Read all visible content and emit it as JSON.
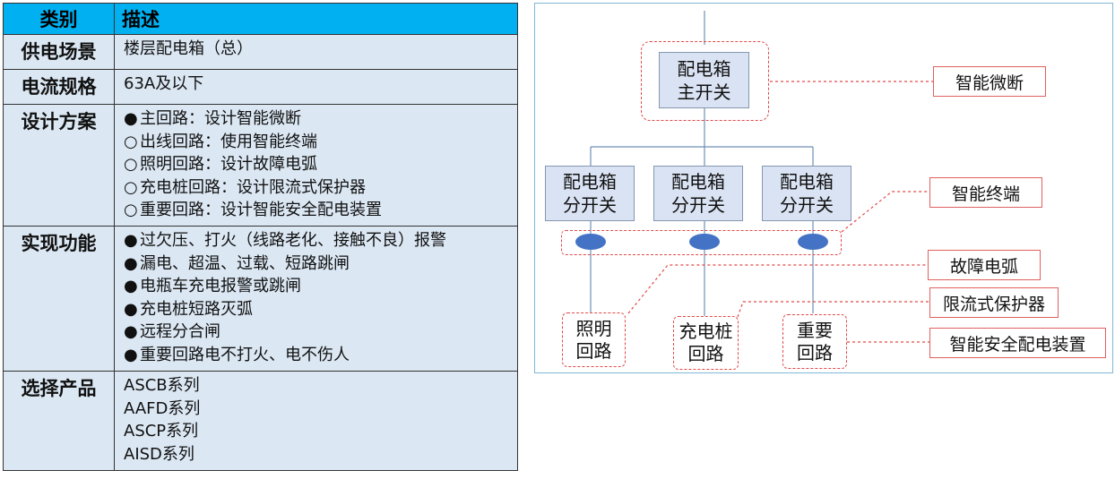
{
  "table": {
    "header": {
      "category": "类别",
      "description": "描述"
    },
    "rows": [
      {
        "category": "供电场景",
        "lines": [
          {
            "marker": "",
            "text": "楼层配电箱（总）"
          }
        ]
      },
      {
        "category": "电流规格",
        "lines": [
          {
            "marker": "",
            "text": "63A及以下"
          }
        ]
      },
      {
        "category": "设计方案",
        "lines": [
          {
            "marker": "●",
            "text": "主回路：设计智能微断"
          },
          {
            "marker": "○",
            "text": "出线回路：使用智能终端"
          },
          {
            "marker": "○",
            "text": "照明回路：设计故障电弧"
          },
          {
            "marker": "○",
            "text": "充电桩回路：设计限流式保护器"
          },
          {
            "marker": "○",
            "text": "重要回路：设计智能安全配电装置"
          }
        ]
      },
      {
        "category": "实现功能",
        "lines": [
          {
            "marker": "●",
            "text": "过欠压、打火（线路老化、接触不良）报警"
          },
          {
            "marker": "●",
            "text": "漏电、超温、过载、短路跳闸"
          },
          {
            "marker": "●",
            "text": "电瓶车充电报警或跳闸"
          },
          {
            "marker": "●",
            "text": "充电桩短路灭弧"
          },
          {
            "marker": "●",
            "text": "远程分合闸"
          },
          {
            "marker": "●",
            "text": "重要回路电不打火、电不伤人"
          }
        ]
      },
      {
        "category": "选择产品",
        "lines": [
          {
            "marker": "",
            "text": "ASCB系列"
          },
          {
            "marker": "",
            "text": "AAFD系列"
          },
          {
            "marker": "",
            "text": "ASCP系列"
          },
          {
            "marker": "",
            "text": "AISD系列"
          }
        ]
      }
    ]
  },
  "diagram": {
    "main_switch": {
      "line1": "配电箱",
      "line2": "主开关"
    },
    "branches": [
      {
        "line1": "配电箱",
        "line2": "分开关"
      },
      {
        "line1": "配电箱",
        "line2": "分开关"
      },
      {
        "line1": "配电箱",
        "line2": "分开关"
      }
    ],
    "loads": [
      {
        "line1": "照明",
        "line2": "回路"
      },
      {
        "line1": "充电桩",
        "line2": "回路"
      },
      {
        "line1": "重要",
        "line2": "回路"
      }
    ],
    "labels": {
      "smart_mcb": "智能微断",
      "smart_terminal": "智能终端",
      "arc_fault": "故障电弧",
      "current_limiter": "限流式保护器",
      "safety_device": "智能安全配电装置"
    },
    "colors": {
      "node_fill": "#dae3f3",
      "accent_red": "#e04a4a",
      "ellipse": "#4472c4",
      "header": "#00b0f0"
    }
  }
}
